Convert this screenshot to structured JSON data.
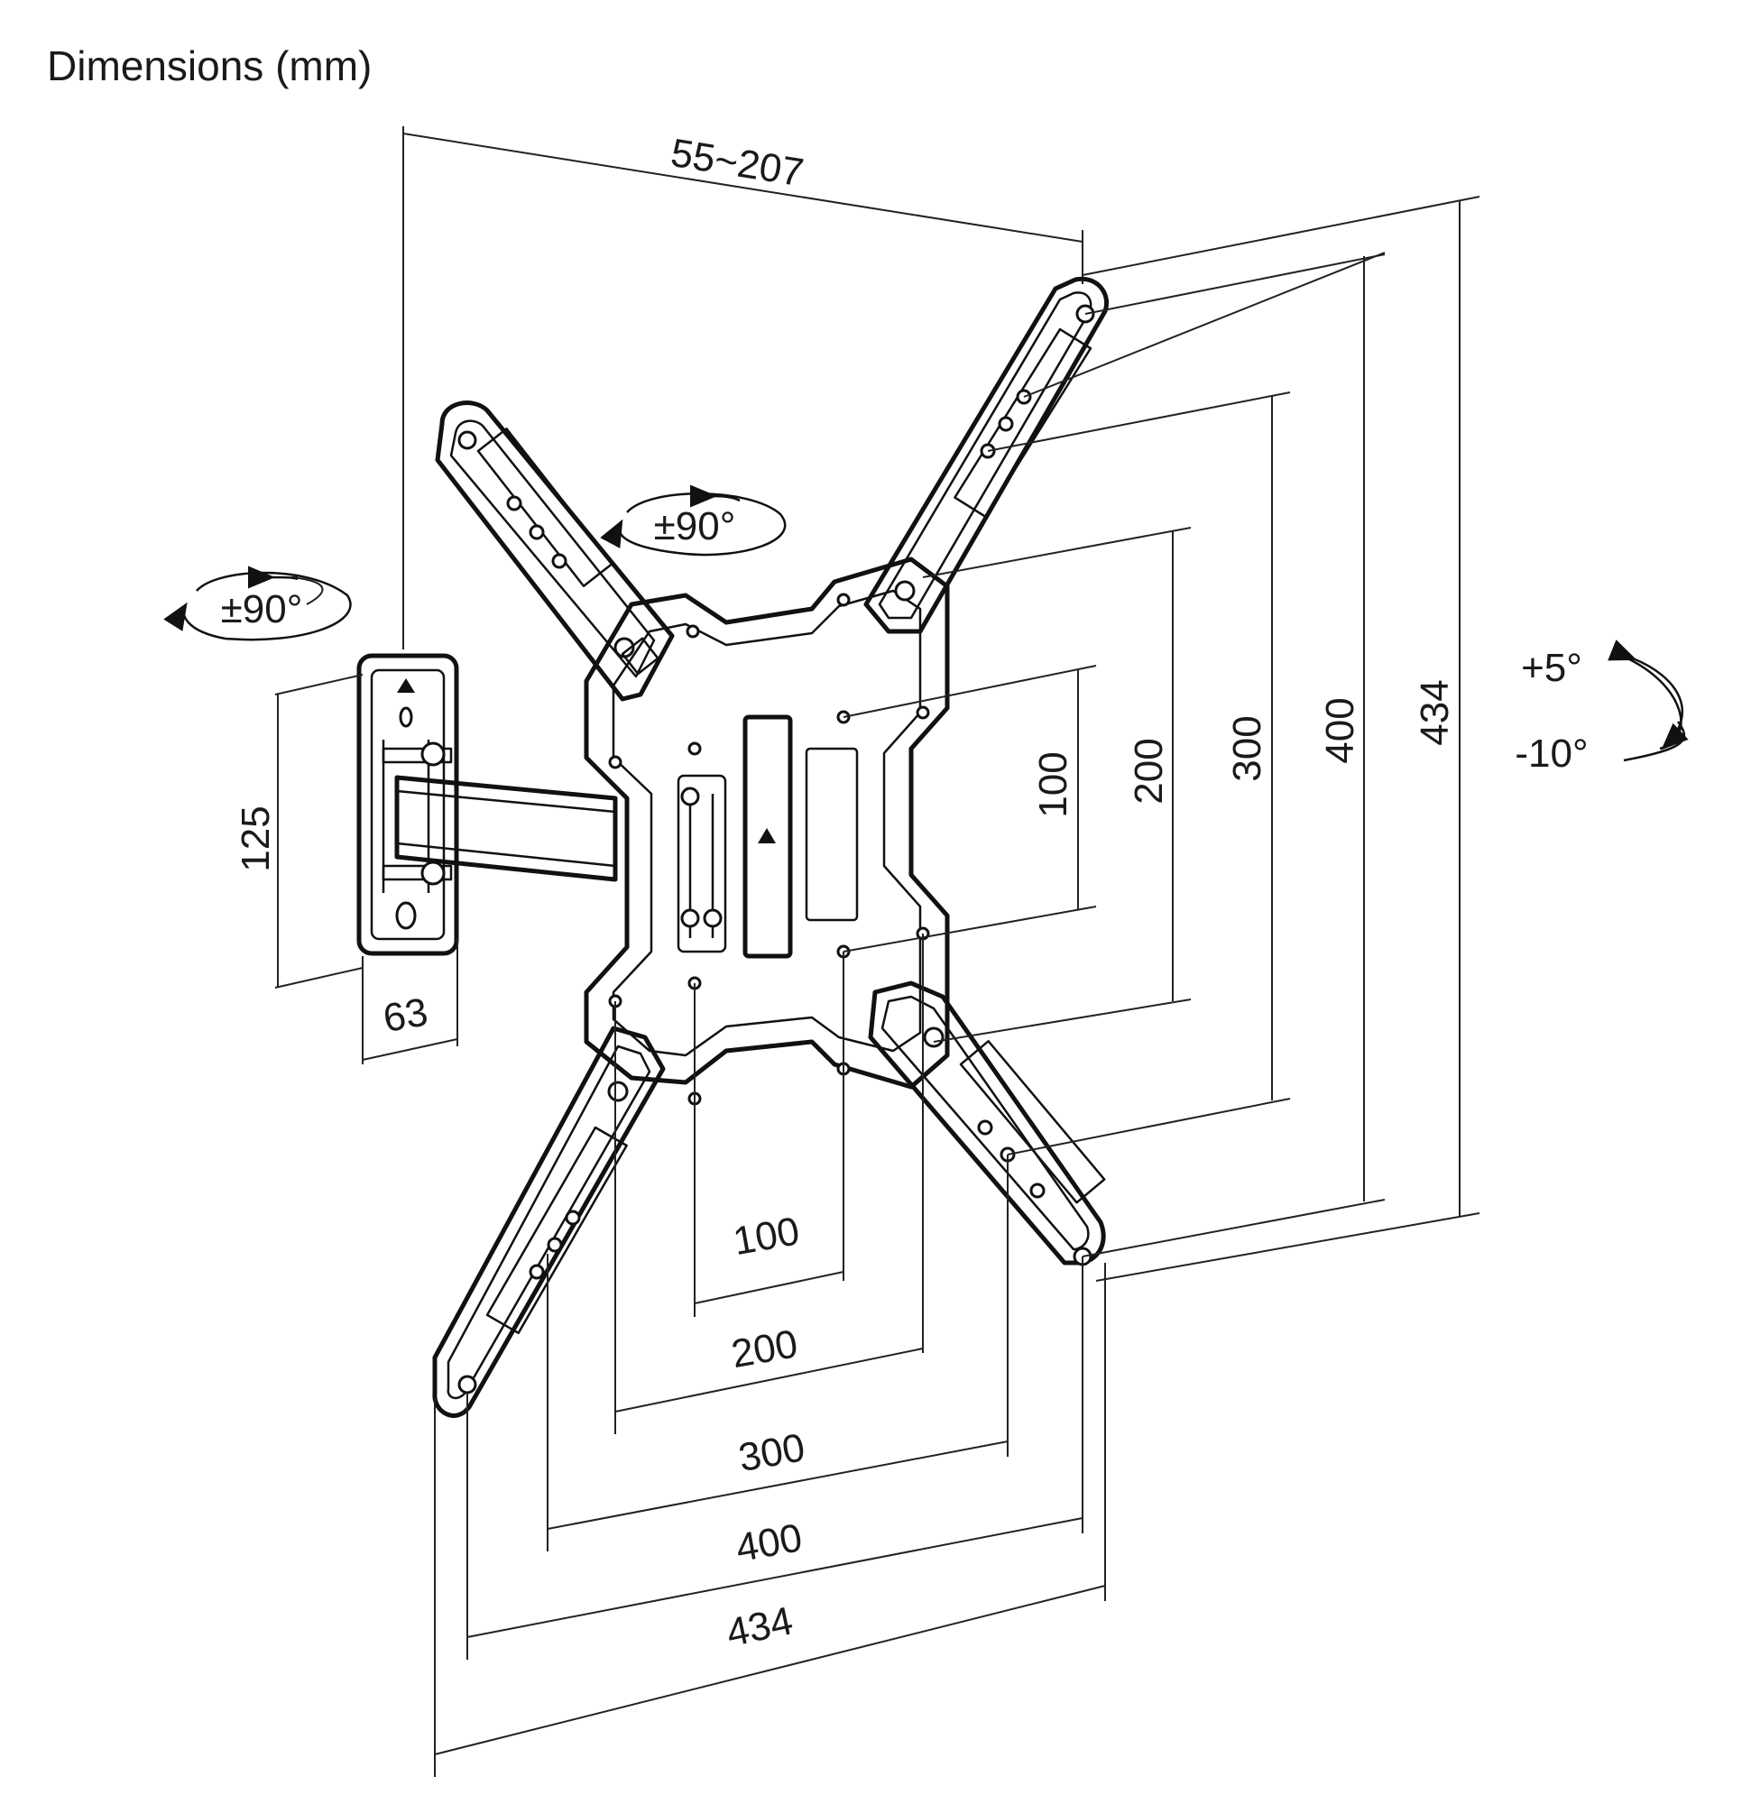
{
  "title": "Dimensions (mm)",
  "mount": {
    "depth_range": "55~207",
    "wall_plate_height": "125",
    "wall_plate_width": "63",
    "arm_swivel": "±90°",
    "plate_rotation": "±90°",
    "tilt_up": "+5°",
    "tilt_down": "-10°"
  },
  "horizontal_spacings": [
    "100",
    "200",
    "300",
    "400",
    "434"
  ],
  "vertical_spacings": [
    "100",
    "200",
    "300",
    "400",
    "434"
  ]
}
